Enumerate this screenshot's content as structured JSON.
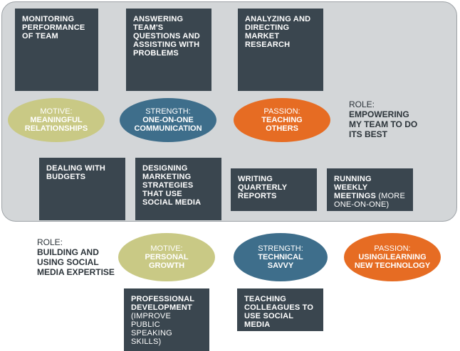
{
  "role1": {
    "label": "ROLE:",
    "title": "EMPOWERING MY TEAM TO DO ITS BEST",
    "tasks_top": [
      "MONITORING PERFORMANCE OF TEAM",
      "ANSWERING TEAM'S QUESTIONS AND ASSISTING WITH PROBLEMS",
      "ANALYZING AND DIRECTING MARKET RESEARCH"
    ],
    "motive": {
      "label": "MOTIVE:",
      "value": "MEANINGFUL RELATIONSHIPS"
    },
    "strength": {
      "label": "STRENGTH:",
      "value": "ONE-ON-ONE COMMUNICATION"
    },
    "passion": {
      "label": "PASSION:",
      "value": "TEACHING OTHERS"
    },
    "tasks_bottom": [
      "DEALING WITH BUDGETS",
      "DESIGNING MARKETING STRATEGIES THAT USE SOCIAL MEDIA",
      "WRITING QUARTERLY REPORTS"
    ],
    "meetings_task": {
      "main": "RUNNING WEEKLY MEETINGS",
      "note": "(MORE ONE-ON-ONE)"
    }
  },
  "role2": {
    "label": "ROLE:",
    "title": "BUILDING AND USING SOCIAL MEDIA EXPERTISE",
    "motive": {
      "label": "MOTIVE:",
      "value": "PERSONAL GROWTH"
    },
    "strength": {
      "label": "STRENGTH:",
      "value": "TECHNICAL SAVVY"
    },
    "passion": {
      "label": "PASSION:",
      "value": "USING/LEARNING NEW TECHNOLOGY"
    },
    "dev_task": {
      "main": "PROFESSIONAL DEVELOPMENT",
      "note": "(IMPROVE PUBLIC SPEAKING SKILLS)"
    },
    "teaching_task": "TEACHING COLLEAGUES TO USE SOCIAL MEDIA"
  },
  "colors": {
    "box": "#3a464f",
    "panel": "#d3d6d8",
    "motive": "#c9c985",
    "strength": "#3e6e8b",
    "passion": "#e66c23"
  }
}
